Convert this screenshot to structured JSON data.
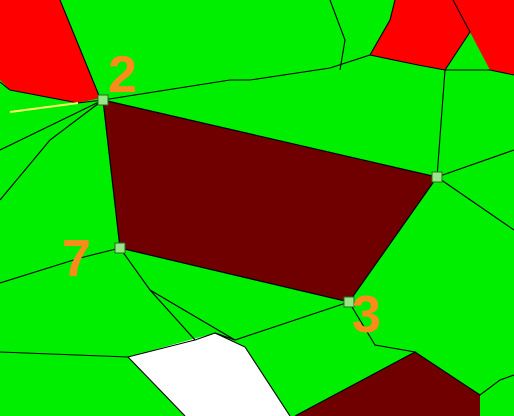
{
  "colors": {
    "background": "#ffffff",
    "cell_green": "#00ee00",
    "cell_red": "#ff0000",
    "cell_selected": "#700000",
    "cell_white": "#ffffff",
    "edge": "#000000",
    "handle_fill": "#99e68a",
    "handle_stroke": "#2a6a1a",
    "annotation": "#ff8a1c",
    "highlight_edge": "#ffff66"
  },
  "selected_cell": {
    "vertex_labels": [
      "2",
      "3",
      "7"
    ]
  }
}
